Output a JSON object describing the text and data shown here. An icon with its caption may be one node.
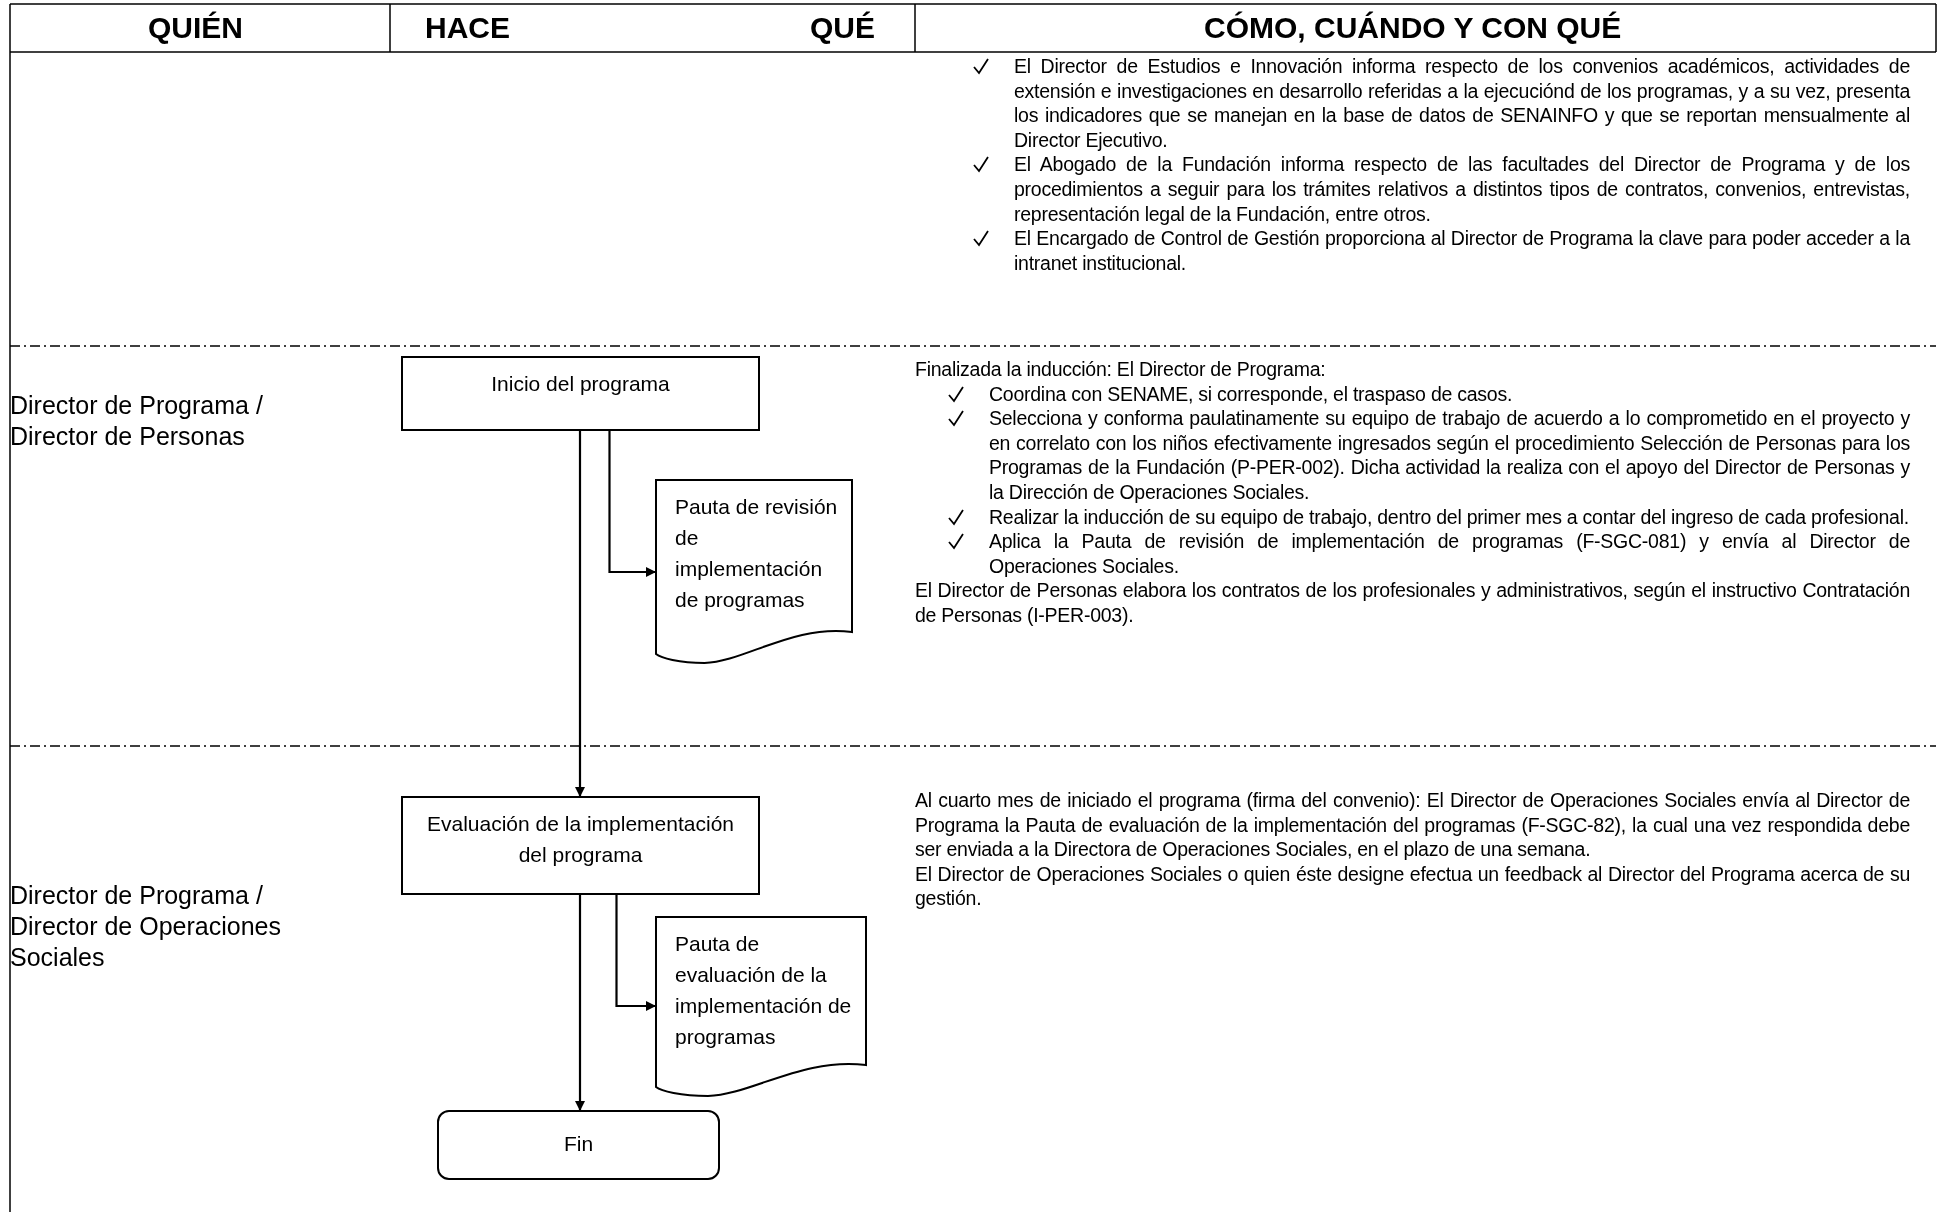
{
  "diagram": {
    "nodes": [
      {
        "text": [
          "Inicio del programa"
        ]
      },
      {
        "text": [
          "Pauta de revisión de implementación de programas"
        ]
      },
      {
        "text": [
          "Evaluación de la implementación del programa"
        ]
      },
      {
        "text": [
          "Pauta de evaluación de la implementación de programas"
        ]
      },
      {
        "text": [
          "Fin"
        ]
      }
    ],
    "edges": [
      {
        "from": 0,
        "to": 1,
        "arrow": "to"
      },
      {
        "from": 0,
        "to": 2,
        "arrow": "to"
      },
      {
        "from": 2,
        "to": 3,
        "arrow": "to"
      },
      {
        "from": 2,
        "to": 4,
        "arrow": "to"
      }
    ],
    "labels": [
      "QUIÉN",
      "HACE",
      "QUÉ",
      "CÓMO, CUÁNDO Y CON QUÉ",
      "El Director de Estudios e Innovación informa respecto de los convenios académicos, actividades de extensión e investigaciones en desarrollo referidas a la ejecuciónd de los programas, y a su vez, presenta los indicadores que se manejan en la base de datos de SENAINFO y que se reportan mensualmente al Director Ejecutivo.",
      "El Abogado de la Fundación informa respecto de las facultades del Director de Programa y de los procedimientos a seguir para los trámites relativos a distintos tipos de contratos, convenios, entrevistas, representación legal de la Fundación, entre otros.",
      "El Encargado de Control de Gestión proporciona al Director de Programa la clave para poder acceder a la intranet institucional.",
      "Director de Programa / Director de Personas",
      "Finalizada la inducción: El Director de Programa:",
      "Coordina con SENAME, si corresponde, el traspaso de casos.",
      "Selecciona y conforma paulatinamente su equipo de trabajo de acuerdo a lo comprometido en el proyecto y en correlato con los niños efectivamente ingresados según el procedimiento Selección de Personas para los Programas de la Fundación (P-PER-002). Dicha actividad la realiza con el apoyo del Director de Personas y la Dirección de Operaciones Sociales.",
      "Realizar la inducción de su equipo de trabajo, dentro del primer mes a contar del ingreso de cada profesional.",
      "Aplica la Pauta de revisión de implementación de programas (F-SGC-081) y envía al Director de Operaciones Sociales.",
      "El Director de Personas elabora los contratos de los profesionales y administrativos, según el instructivo Contratación de Personas (I-PER-003).",
      "Director de Programa / Director de Operaciones Sociales",
      "Al cuarto mes de iniciado el programa (firma del convenio): El Director de Operaciones Sociales envía al Director de Programa la Pauta de evaluación de la implementación del programas (F-SGC-82), la cual una vez respondida debe ser enviada a la Directora de Operaciones Sociales, en el plazo de una semana.",
      "El Director de Operaciones Sociales o quien éste designe efectua un feedback al Director del Programa acerca de su gestión."
    ]
  }
}
